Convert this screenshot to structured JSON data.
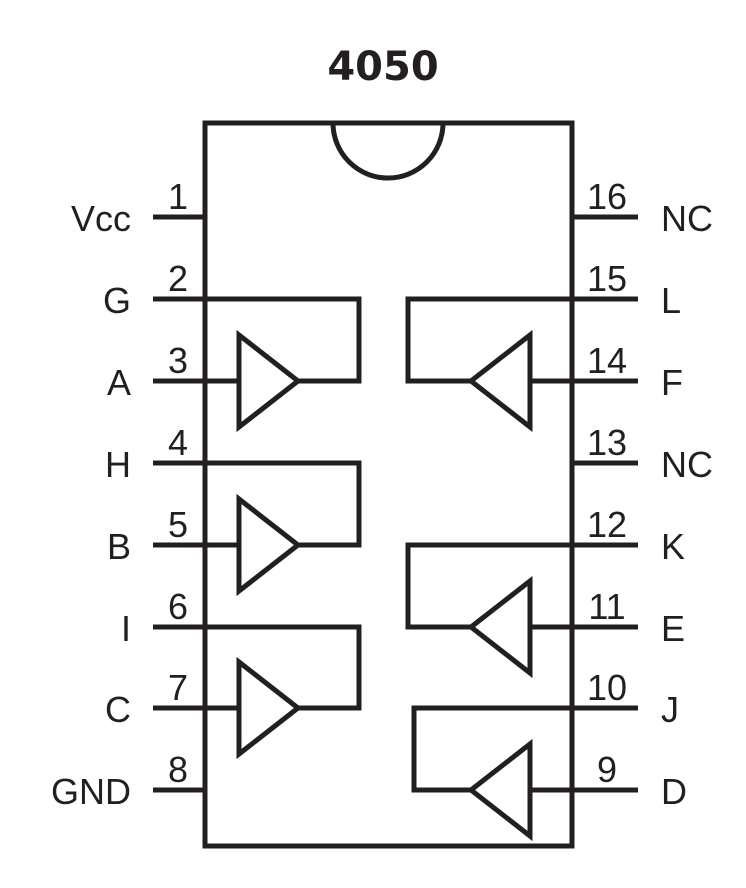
{
  "title": "4050",
  "colors": {
    "ink": "#231f20",
    "background": "#ffffff"
  },
  "pins_left": [
    {
      "number": "1",
      "name": "Vcc"
    },
    {
      "number": "2",
      "name": "G"
    },
    {
      "number": "3",
      "name": "A"
    },
    {
      "number": "4",
      "name": "H"
    },
    {
      "number": "5",
      "name": "B"
    },
    {
      "number": "6",
      "name": "I"
    },
    {
      "number": "7",
      "name": "C"
    },
    {
      "number": "8",
      "name": "GND"
    }
  ],
  "pins_right": [
    {
      "number": "16",
      "name": "NC"
    },
    {
      "number": "15",
      "name": "L"
    },
    {
      "number": "14",
      "name": "F"
    },
    {
      "number": "13",
      "name": "NC"
    },
    {
      "number": "12",
      "name": "K"
    },
    {
      "number": "11",
      "name": "E"
    },
    {
      "number": "10",
      "name": "J"
    },
    {
      "number": "9",
      "name": "D"
    }
  ]
}
